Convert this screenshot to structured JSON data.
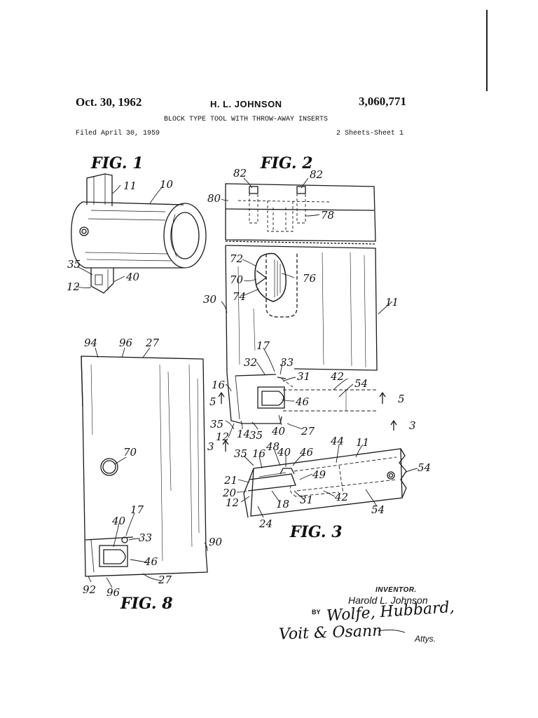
{
  "header": {
    "date": "Oct. 30, 1962",
    "inventor_short": "H. L. JOHNSON",
    "patent_number": "3,060,771",
    "title": "BLOCK TYPE TOOL WITH THROW-AWAY INSERTS",
    "filed": "Filed April 30, 1959",
    "sheets": "2 Sheets-Sheet 1"
  },
  "figures": {
    "fig1": {
      "label": "FIG. 1",
      "refs": [
        "11",
        "10",
        "35",
        "40",
        "12"
      ]
    },
    "fig2": {
      "label": "FIG. 2",
      "refs": [
        "82",
        "82",
        "80",
        "78",
        "72",
        "76",
        "70",
        "74",
        "30",
        "11",
        "17",
        "32",
        "33",
        "31",
        "42",
        "54",
        "16",
        "5",
        "46",
        "5",
        "35",
        "12",
        "14",
        "35",
        "40",
        "27",
        "3"
      ]
    },
    "fig3": {
      "label": "FIG. 3",
      "refs": [
        "3",
        "35",
        "16",
        "48",
        "40",
        "46",
        "44",
        "11",
        "54",
        "21",
        "20",
        "49",
        "12",
        "18",
        "31",
        "42",
        "24",
        "54"
      ]
    },
    "fig8": {
      "label": "FIG. 8",
      "refs": [
        "94",
        "96",
        "27",
        "70",
        "17",
        "40",
        "33",
        "46",
        "90",
        "92",
        "96",
        "27"
      ]
    }
  },
  "inventor_block": {
    "heading": "INVENTOR.",
    "name": "Harold L. Johnson",
    "by": "BY",
    "signature_line1": "Wolfe, Hubbard,",
    "signature_line2": "Voit & Osann",
    "attys": "Attys."
  }
}
